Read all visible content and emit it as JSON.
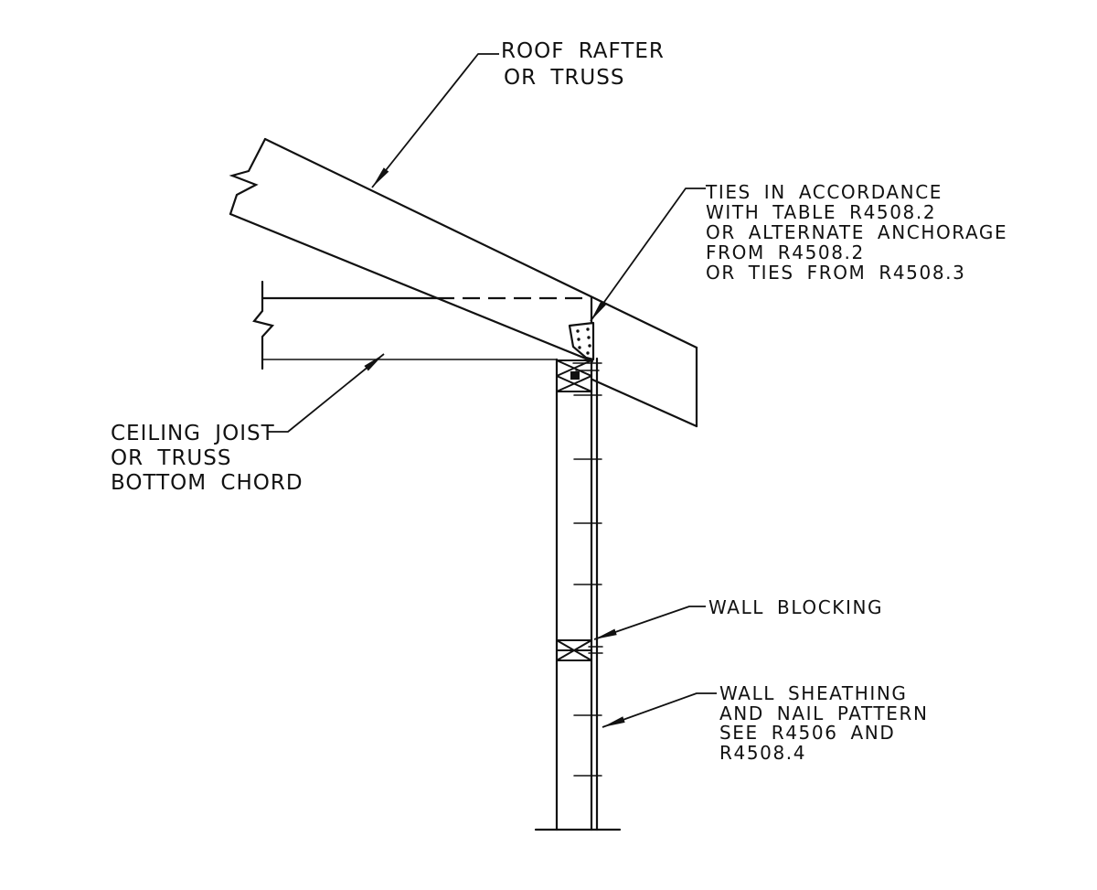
{
  "diagram": {
    "type": "construction-detail-section",
    "labels": {
      "roof_rafter": {
        "lines": [
          "ROOF RAFTER",
          "OR TRUSS"
        ]
      },
      "ties": {
        "lines": [
          "TIES IN ACCORDANCE",
          "WITH TABLE R4508.2",
          "OR ALTERNATE ANCHORAGE",
          "FROM R4508.2",
          "OR TIES FROM R4508.3"
        ]
      },
      "ceiling_joist": {
        "lines": [
          "CEILING JOIST",
          "OR TRUSS",
          "BOTTOM CHORD"
        ]
      },
      "wall_blocking": {
        "lines": [
          "WALL BLOCKING"
        ]
      },
      "wall_sheathing": {
        "lines": [
          "WALL SHEATHING",
          "AND NAIL PATTERN",
          "SEE R4506 AND",
          "R4508.4"
        ]
      }
    },
    "colors": {
      "line": "#111111",
      "background": "#ffffff"
    }
  }
}
